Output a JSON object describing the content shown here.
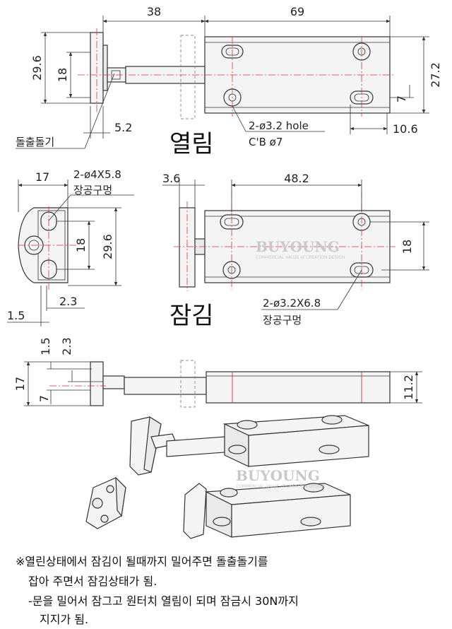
{
  "open_view": {
    "title": "열림",
    "dims": {
      "width_bracket": "38",
      "width_body": "69",
      "h_total": "29.6",
      "h_mid": "18",
      "h_body": "27.2",
      "slot_off": "7",
      "slot_x": "10.6",
      "base_t": "5.2"
    },
    "hole_note_1": "2-ø3.2 hole",
    "hole_note_2": "C'B ø7",
    "pointer_label": "돌출돌기"
  },
  "closed_view": {
    "title": "잠김",
    "dims": {
      "plate_w": "17",
      "plate_h": "29.6",
      "plate_mid": "18",
      "d1": "2.3",
      "d2": "1.5",
      "gap": "3.6",
      "body_len": "48.2",
      "body_mid": "18"
    },
    "plate_note_1": "2-ø4X5.8",
    "plate_note_2": "장공구멍",
    "body_note_1": "2-ø3.2X6.8",
    "body_note_2": "장공구멍"
  },
  "side_view": {
    "dims": {
      "d15": "1.5",
      "d23": "2.3",
      "h17": "17",
      "d7": "7",
      "h112": "11.2"
    }
  },
  "watermark": {
    "brand": "BUYOUNG",
    "tagline": "COMMERCIAL VALUE of CREATION DESIGN"
  },
  "notes": {
    "line1": "※열린상태에서 잠김이 될때까지 밀어주면 돌출돌기를",
    "line2": "잡아 주면서 잠김상태가 됨.",
    "line3": "-문을 밀어서 잠그고 원터치 열림이 되며 잠금시 30N까지",
    "line4": "지지가 됨."
  }
}
